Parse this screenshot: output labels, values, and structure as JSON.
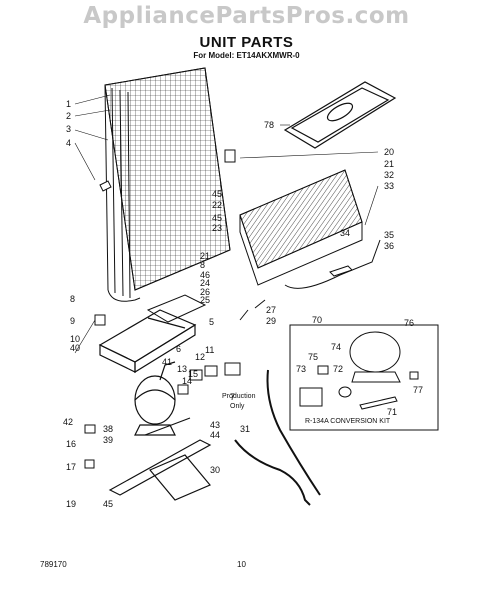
{
  "watermark": "AppliancePartsPros.com",
  "title": "UNIT PARTS",
  "subtitle": "For Model: ET14AKXMWR-0",
  "production_note": [
    "Production",
    "Only"
  ],
  "kit_label": "R-134A CONVERSION KIT",
  "footer_code": "789170",
  "page_number": "10",
  "callouts": [
    "1",
    "2",
    "3",
    "4",
    "5",
    "6",
    "7",
    "8",
    "8",
    "9",
    "10",
    "11",
    "12",
    "13",
    "14",
    "15",
    "16",
    "17",
    "19",
    "20",
    "21",
    "21",
    "22",
    "23",
    "24",
    "25",
    "26",
    "27",
    "29",
    "30",
    "31",
    "32",
    "33",
    "34",
    "35",
    "36",
    "38",
    "39",
    "40",
    "41",
    "42",
    "43",
    "44",
    "45",
    "45",
    "45",
    "46",
    "70",
    "71",
    "72",
    "73",
    "74",
    "75",
    "76",
    "77",
    "78"
  ]
}
